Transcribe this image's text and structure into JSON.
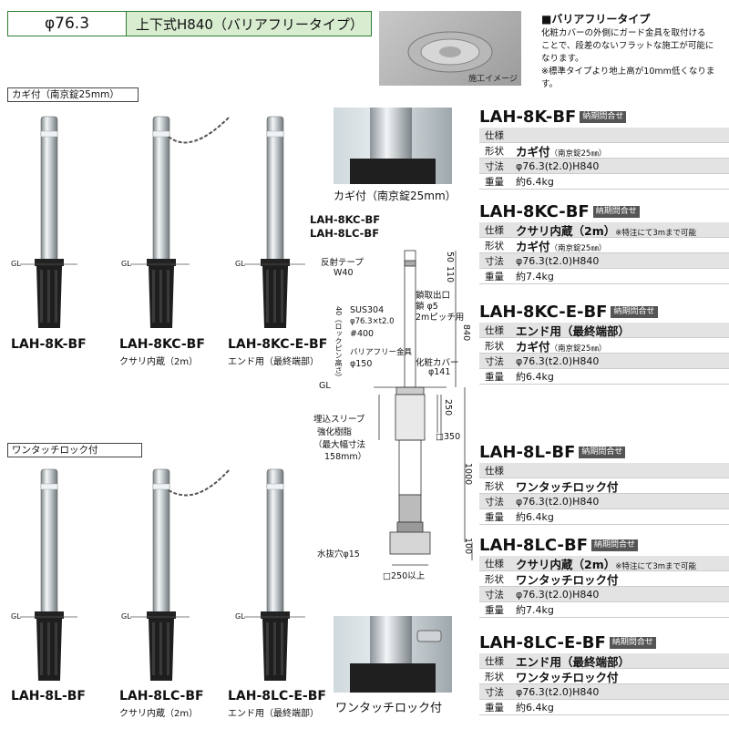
{
  "header": {
    "diameter": "φ76.3",
    "title": "上下式H840（バリアフリータイプ）"
  },
  "photo_top": {
    "caption": "施工イメージ"
  },
  "barrier": {
    "heading": "■バリアフリータイプ",
    "lines": [
      "化粧カバーの外側にガード金具を取付ける",
      "ことで、段差のないフラットな施工が可能に",
      "なります。",
      "※標準タイプより地上高が10mm低くなります。"
    ]
  },
  "groups": {
    "key": "カギ付（南京錠25mm）",
    "onetouch": "ワンタッチロック付"
  },
  "gl": "GL",
  "posts": [
    {
      "name": "LAH-8K-BF",
      "sub": ""
    },
    {
      "name": "LAH-8KC-BF",
      "sub": "クサリ内蔵（2m）"
    },
    {
      "name": "LAH-8KC-E-BF",
      "sub": "エンド用（最終端部）"
    },
    {
      "name": "LAH-8L-BF",
      "sub": ""
    },
    {
      "name": "LAH-8LC-BF",
      "sub": "クサリ内蔵（2m）"
    },
    {
      "name": "LAH-8LC-E-BF",
      "sub": "エンド用（最終端部）"
    }
  ],
  "closeups": {
    "key": "カギ付（南京錠25mm）",
    "onetouch": "ワンタッチロック付"
  },
  "drawing": {
    "models": [
      "LAH-8KC-BF",
      "LAH-8LC-BF"
    ],
    "reflect": "反射テープ",
    "w40": "W40",
    "lock": "鎖取出口",
    "chain": "鎖 φ5",
    "pitch": "2mピッチ用",
    "sus": "SUS304",
    "pipe": "φ76.3×t2.0",
    "grit": "#400",
    "lockpin": "40（ロックピン高さ）",
    "guard": "バリアフリー金具",
    "d150": "φ150",
    "cover": "化粧カバー",
    "d141": "φ141",
    "sleeve1": "埋込スリーブ",
    "sleeve2": "強化樹脂",
    "sleeve3": "（最大幅寸法",
    "sleeve4": "158mm）",
    "d350": "□350",
    "drain": "水抜穴φ15",
    "d250": "□250以上",
    "dims": {
      "d50": "50",
      "d110": "110",
      "d840": "840",
      "d250v": "250",
      "d1000": "1000",
      "d100": "100"
    },
    "gl": "GL"
  },
  "specs": [
    {
      "name": "LAH-8K-BF",
      "badge": "納期問合せ",
      "rows": [
        {
          "k": "仕様",
          "v": "",
          "note": ""
        },
        {
          "k": "形状",
          "v": "カギ付",
          "note": "（南京錠25㎜）"
        },
        {
          "k": "寸法",
          "v": "φ76.3(t2.0)H840",
          "note": ""
        },
        {
          "k": "重量",
          "v": "約6.4kg",
          "note": ""
        }
      ]
    },
    {
      "name": "LAH-8KC-BF",
      "badge": "納期問合せ",
      "rows": [
        {
          "k": "仕様",
          "v": "クサリ内蔵（2m）",
          "note": "※特注にて3mまで可能"
        },
        {
          "k": "形状",
          "v": "カギ付",
          "note": "（南京錠25㎜）"
        },
        {
          "k": "寸法",
          "v": "φ76.3(t2.0)H840",
          "note": ""
        },
        {
          "k": "重量",
          "v": "約7.4kg",
          "note": ""
        }
      ]
    },
    {
      "name": "LAH-8KC-E-BF",
      "badge": "納期問合せ",
      "rows": [
        {
          "k": "仕様",
          "v": "エンド用（最終端部）",
          "note": ""
        },
        {
          "k": "形状",
          "v": "カギ付",
          "note": "（南京錠25㎜）"
        },
        {
          "k": "寸法",
          "v": "φ76.3(t2.0)H840",
          "note": ""
        },
        {
          "k": "重量",
          "v": "約6.4kg",
          "note": ""
        }
      ]
    },
    {
      "name": "LAH-8L-BF",
      "badge": "納期問合せ",
      "rows": [
        {
          "k": "仕様",
          "v": "",
          "note": ""
        },
        {
          "k": "形状",
          "v": "ワンタッチロック付",
          "note": ""
        },
        {
          "k": "寸法",
          "v": "φ76.3(t2.0)H840",
          "note": ""
        },
        {
          "k": "重量",
          "v": "約6.4kg",
          "note": ""
        }
      ]
    },
    {
      "name": "LAH-8LC-BF",
      "badge": "納期問合せ",
      "rows": [
        {
          "k": "仕様",
          "v": "クサリ内蔵（2m）",
          "note": "※特注にて3mまで可能"
        },
        {
          "k": "形状",
          "v": "ワンタッチロック付",
          "note": ""
        },
        {
          "k": "寸法",
          "v": "φ76.3(t2.0)H840",
          "note": ""
        },
        {
          "k": "重量",
          "v": "約7.4kg",
          "note": ""
        }
      ]
    },
    {
      "name": "LAH-8LC-E-BF",
      "badge": "納期問合せ",
      "rows": [
        {
          "k": "仕様",
          "v": "エンド用（最終端部）",
          "note": ""
        },
        {
          "k": "形状",
          "v": "ワンタッチロック付",
          "note": ""
        },
        {
          "k": "寸法",
          "v": "φ76.3(t2.0)H840",
          "note": ""
        },
        {
          "k": "重量",
          "v": "約6.4kg",
          "note": ""
        }
      ]
    }
  ],
  "colors": {
    "accent_green": "#2e7d32",
    "title_bg": "#d8ecd0",
    "badge_bg": "#555555"
  }
}
